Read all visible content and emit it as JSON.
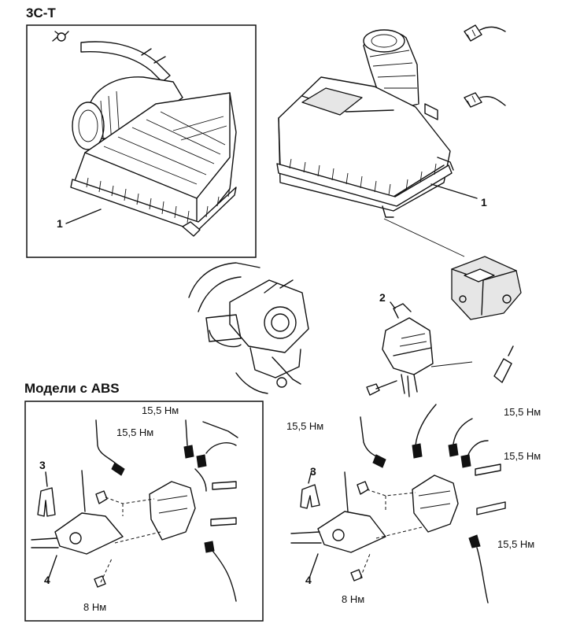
{
  "labels": {
    "engine_variant": "3C-T",
    "abs_models": "Модели с ABS"
  },
  "callouts": {
    "part_1": "1",
    "part_2": "2",
    "part_3": "3",
    "part_4": "4"
  },
  "torques": {
    "t15": "15,5 Нм",
    "t8": "8 Нм"
  }
}
